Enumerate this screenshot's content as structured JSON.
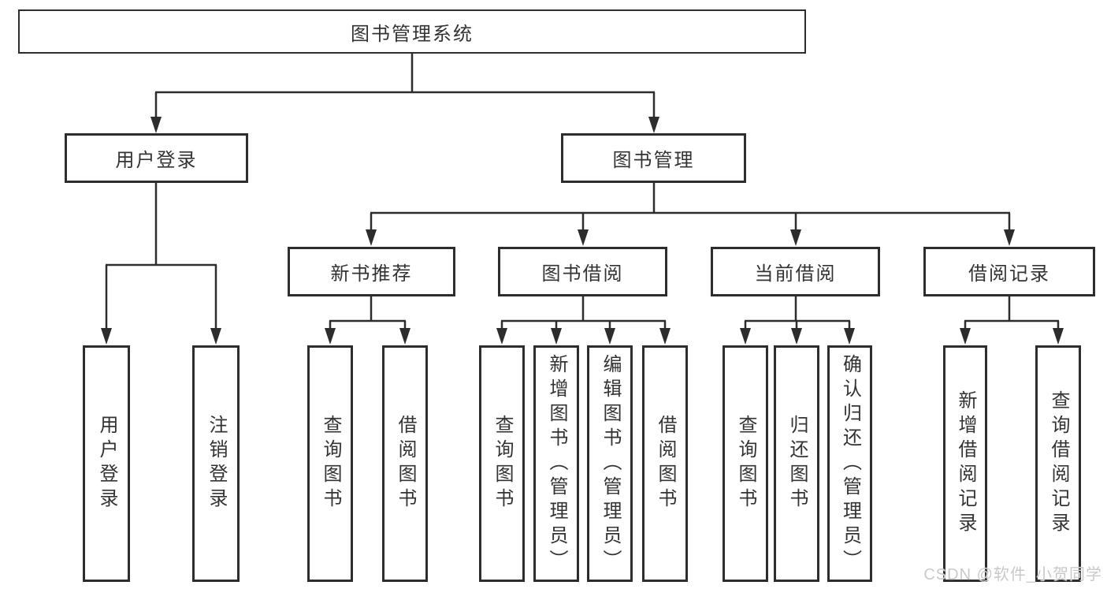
{
  "page": {
    "background": "#ffffff",
    "line_color": "#2d2d2d",
    "text_color": "#333333",
    "watermark_color": "#c9c9c9",
    "watermark": "CSDN @软件_小贺同学"
  },
  "nodes": {
    "root": {
      "label": "图书管理系统"
    },
    "user_login": {
      "label": "用户登录"
    },
    "book_management": {
      "label": "图书管理"
    },
    "new_book_recommend": {
      "label": "新书推荐"
    },
    "book_borrowing": {
      "label": "图书借阅"
    },
    "current_borrowing": {
      "label": "当前借阅"
    },
    "borrowing_records": {
      "label": "借阅记录"
    },
    "leaf_user_login": {
      "label": "用户登录"
    },
    "leaf_logout": {
      "label": "注销登录"
    },
    "leaf_query_books_newrec": {
      "label": "查询图书"
    },
    "leaf_borrow_books_newrec": {
      "label": "借阅图书"
    },
    "leaf_query_books_borrow": {
      "label": "查询图书"
    },
    "leaf_add_books_admin": {
      "label": "新增图书（管理员）"
    },
    "leaf_edit_books_admin": {
      "label": "编辑图书（管理员）"
    },
    "leaf_borrow_books_borrow": {
      "label": "借阅图书"
    },
    "leaf_query_books_current": {
      "label": "查询图书"
    },
    "leaf_return_books": {
      "label": "归还图书"
    },
    "leaf_confirm_return_admin": {
      "label": "确认归还（管理员）"
    },
    "leaf_add_borrow_record": {
      "label": "新增借阅记录"
    },
    "leaf_query_borrow_record": {
      "label": "查询借阅记录"
    }
  },
  "hierarchy": {
    "图书管理系统": {
      "用户登录": [
        "用户登录",
        "注销登录"
      ],
      "图书管理": {
        "新书推荐": [
          "查询图书",
          "借阅图书"
        ],
        "图书借阅": [
          "查询图书",
          "新增图书（管理员）",
          "编辑图书（管理员）",
          "借阅图书"
        ],
        "当前借阅": [
          "查询图书",
          "归还图书",
          "确认归还（管理员）"
        ],
        "借阅记录": [
          "新增借阅记录",
          "查询借阅记录"
        ]
      }
    }
  }
}
